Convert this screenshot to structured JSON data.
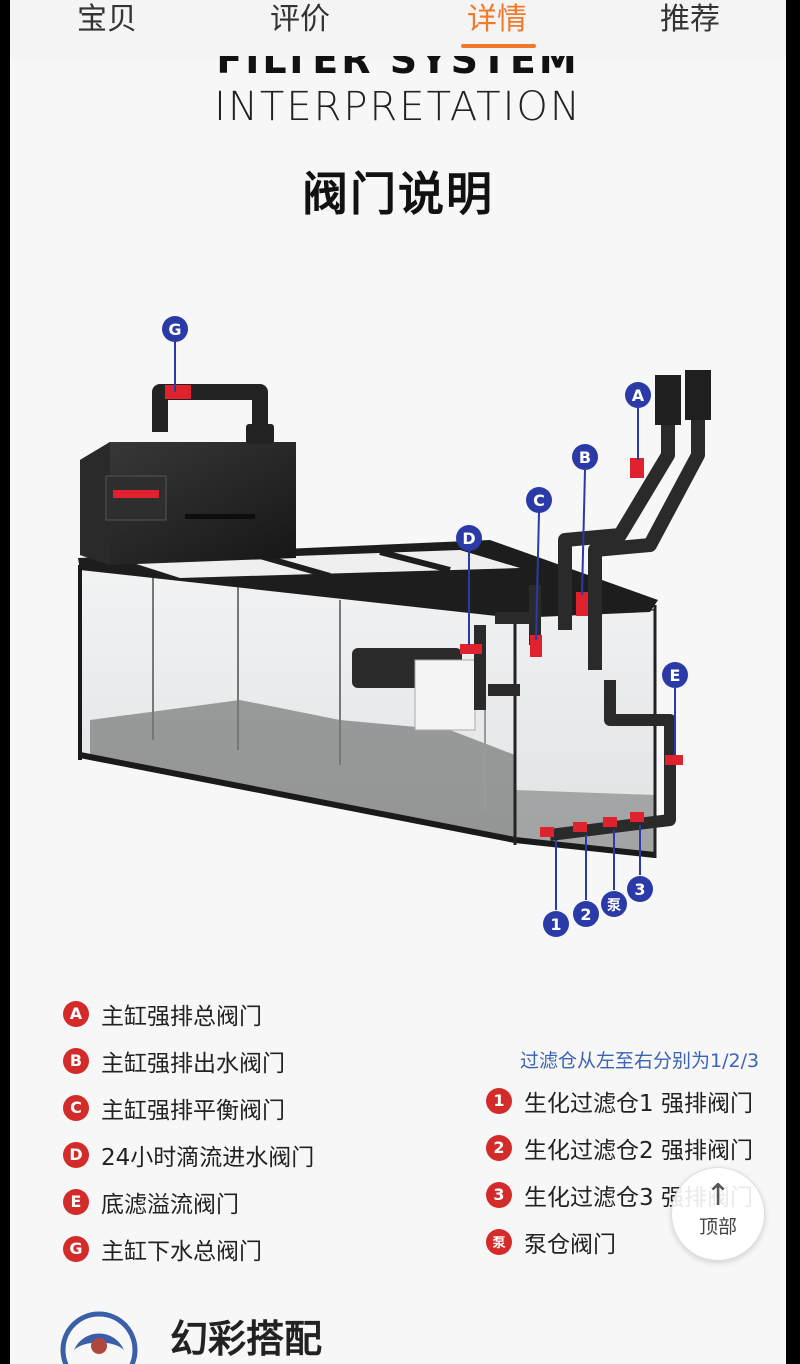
{
  "tabs": [
    {
      "label": "宝贝",
      "active": false
    },
    {
      "label": "评价",
      "active": false
    },
    {
      "label": "详情",
      "active": true
    },
    {
      "label": "推荐",
      "active": false
    }
  ],
  "heading": {
    "en_line1": "FILTER SYSTEM",
    "en_line2": "INTERPRETATION",
    "cn_title": "阀门说明"
  },
  "diagram_labels": {
    "G": "G",
    "A": "A",
    "B": "B",
    "C": "C",
    "D": "D",
    "E": "E",
    "n1": "1",
    "n2": "2",
    "pump": "泵",
    "n3": "3"
  },
  "legend_left": [
    {
      "badge": "A",
      "text": "主缸强排总阀门"
    },
    {
      "badge": "B",
      "text": "主缸强排出水阀门"
    },
    {
      "badge": "C",
      "text": "主缸强排平衡阀门"
    },
    {
      "badge": "D",
      "text": "24小时滴流进水阀门"
    },
    {
      "badge": "E",
      "text": "底滤溢流阀门"
    },
    {
      "badge": "G",
      "text": "主缸下水总阀门"
    }
  ],
  "legend_right_head": "过滤仓从左至右分别为1/2/3",
  "legend_right": [
    {
      "badge": "1",
      "text": "生化过滤仓1 强排阀门"
    },
    {
      "badge": "2",
      "text": "生化过滤仓2 强排阀门"
    },
    {
      "badge": "3",
      "text": "生化过滤仓3 强排阀门"
    },
    {
      "badge": "泵",
      "text": "泵仓阀门"
    }
  ],
  "back_to_top": {
    "arrow": "↑",
    "label": "顶部"
  },
  "brand_title": "幻彩搭配",
  "colors": {
    "accent": "#f07a2a",
    "badge_blue": "#2a3aa6",
    "badge_red": "#d32a2a",
    "valve_red": "#e0222e"
  }
}
